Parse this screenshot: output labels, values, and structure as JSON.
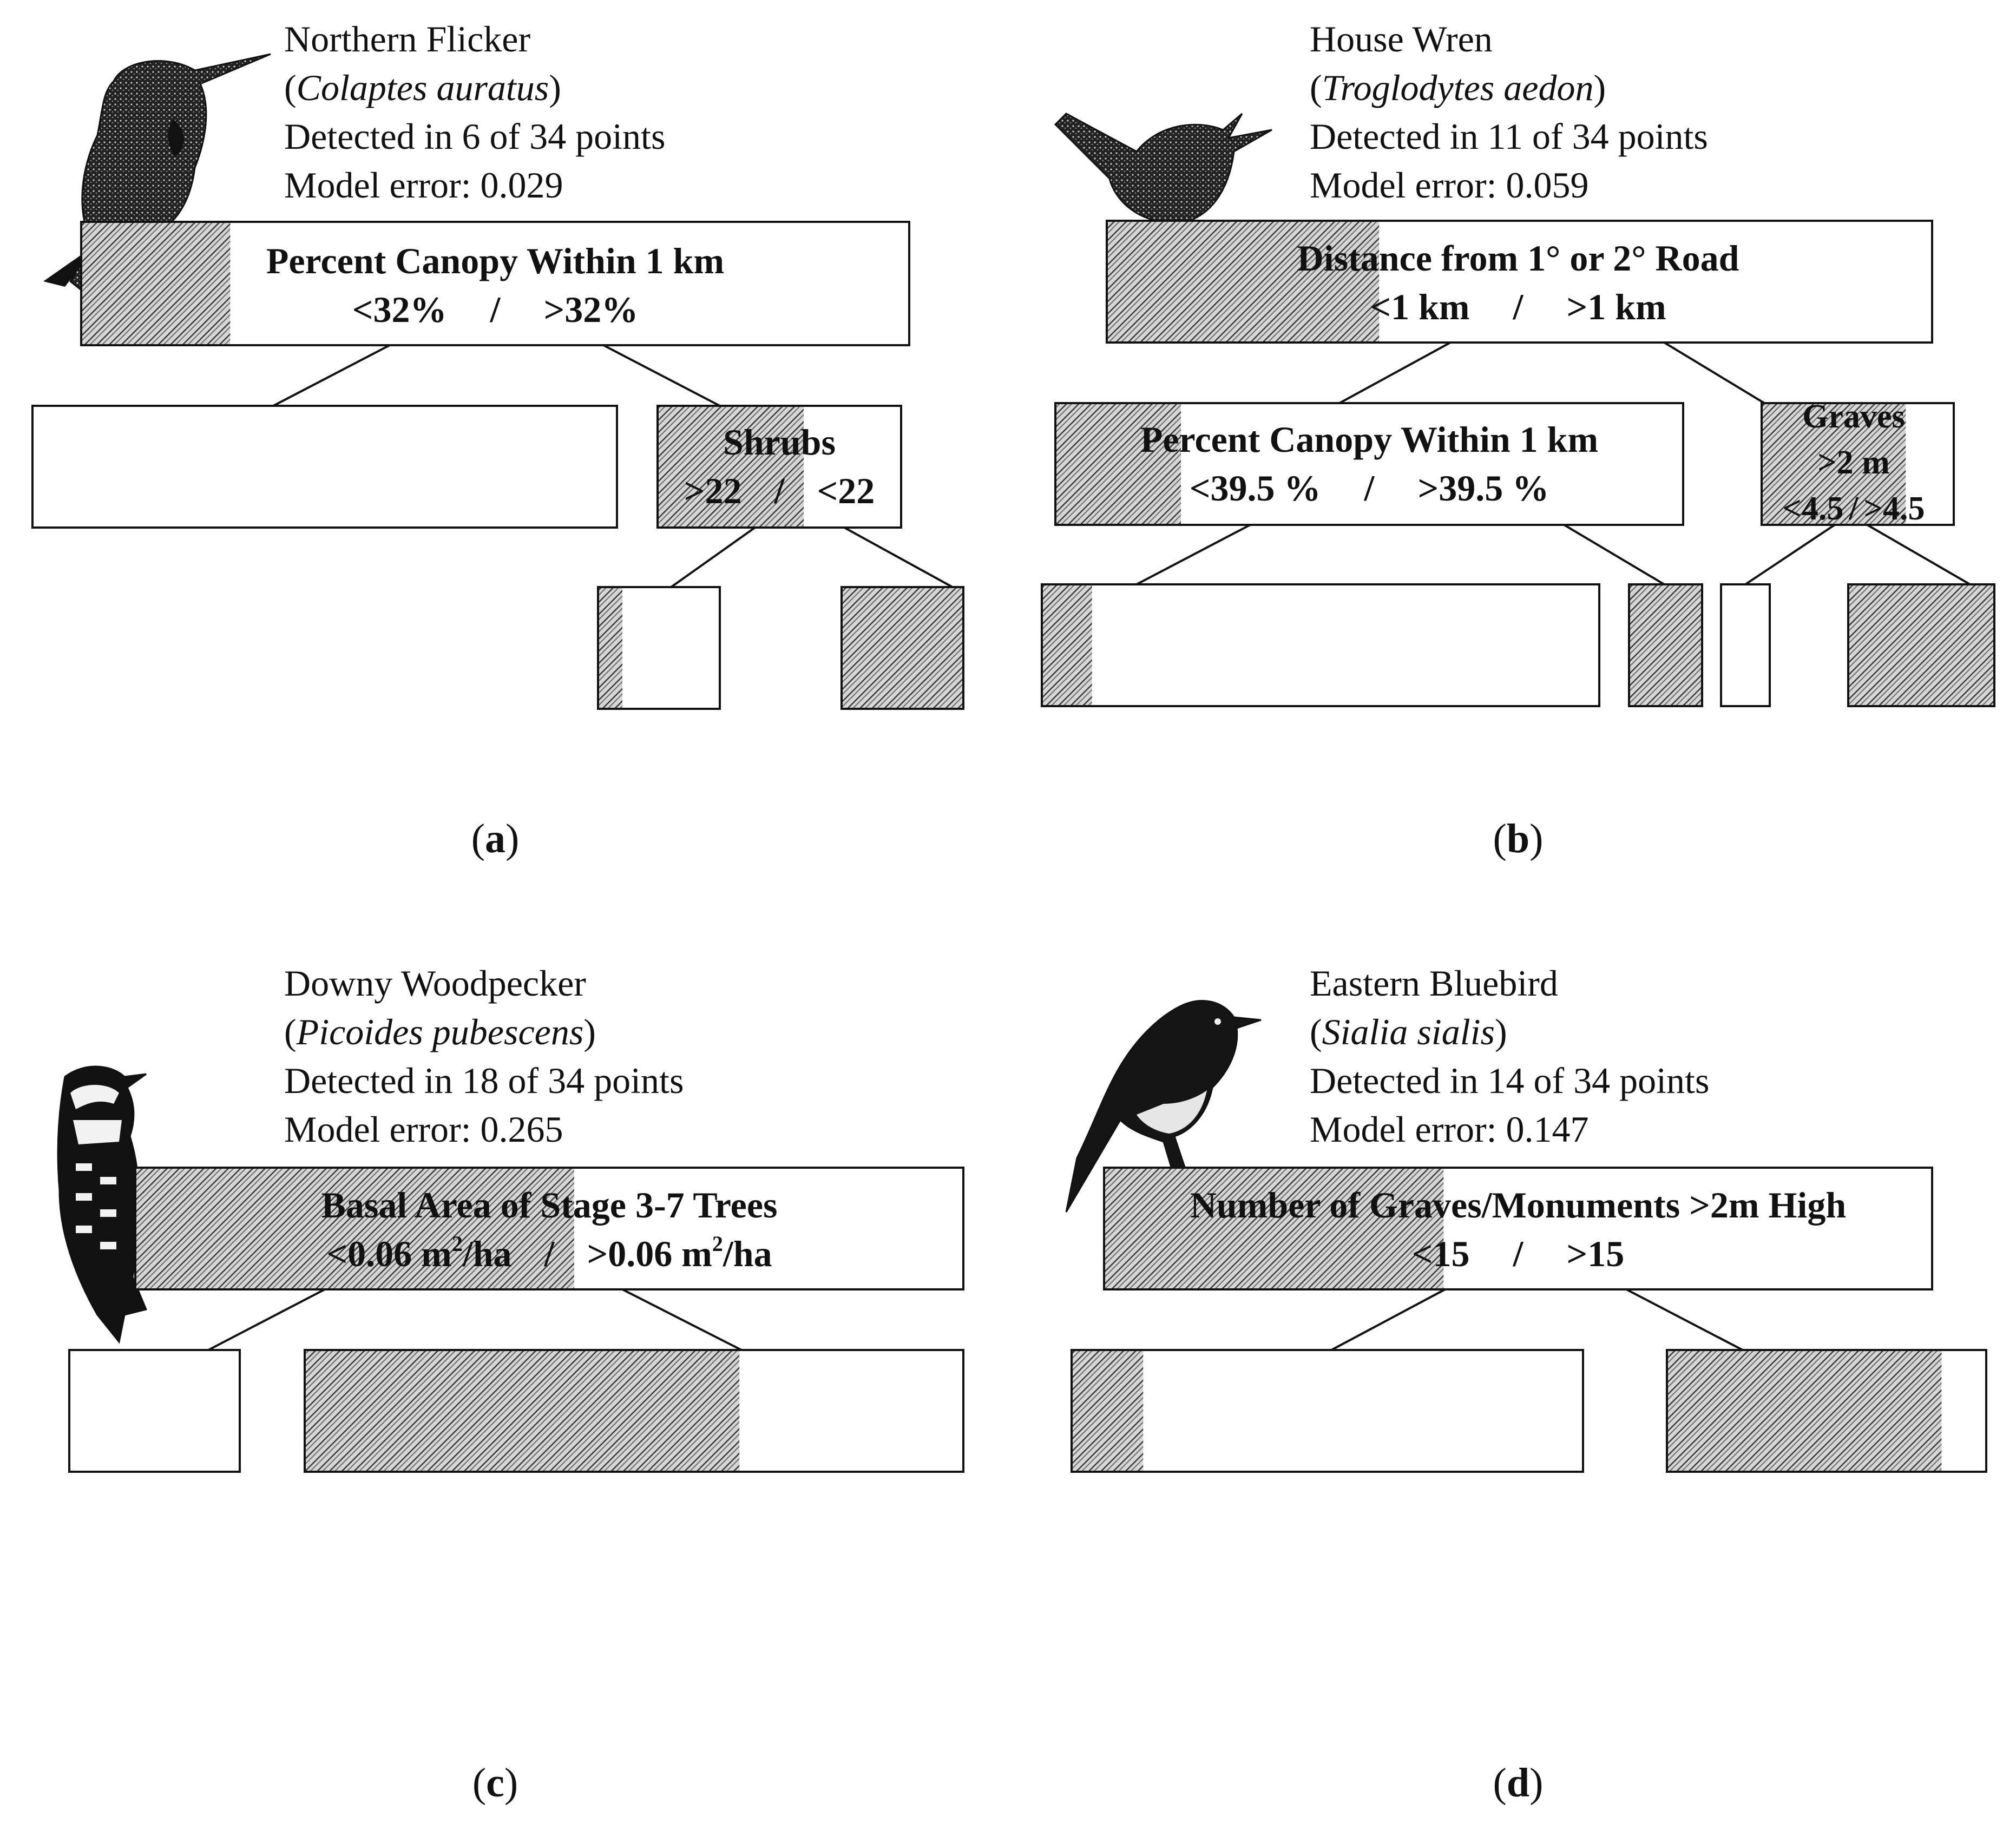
{
  "panels": {
    "a": {
      "label": "a",
      "species_common": "Northern Flicker",
      "species_sci": "Colaptes auratus",
      "detected": "Detected in 6 of 34 points",
      "error": "Model error: 0.029",
      "root_split": {
        "variable": "Percent Canopy Within 1 km",
        "left": "<32%",
        "sep": "/",
        "right": ">32%",
        "fill": 0.18
      },
      "node_r": {
        "variable": "Shrubs",
        "left": ">22",
        "sep": "/",
        "right": "<22",
        "fill": 0.6
      },
      "leaf_l": {
        "fill": 0.0
      },
      "leaf_rl": {
        "fill": 0.2
      },
      "leaf_rr": {
        "fill": 1.0
      }
    },
    "b": {
      "label": "b",
      "species_common": "House Wren",
      "species_sci": "Troglodytes aedon",
      "detected": "Detected in 11 of 34 points",
      "error": "Model error: 0.059",
      "root_split": {
        "variable": "Distance from 1° or 2° Road",
        "left": "<1 km",
        "sep": "/",
        "right": ">1 km",
        "fill": 0.33
      },
      "node_l": {
        "variable": "Percent Canopy Within 1 km",
        "left": "<39.5 %",
        "sep": "/",
        "right": ">39.5 %",
        "fill": 0.2
      },
      "node_r": {
        "variable": "Graves",
        "line2": ">2 m",
        "left": "<4.5",
        "sep": "/",
        "right": ">4.5",
        "fill": 0.75
      },
      "leaf_ll": {
        "fill": 0.09
      },
      "leaf_lr": {
        "fill": 1.0
      },
      "leaf_rl": {
        "fill": 0.0
      },
      "leaf_rr": {
        "fill": 1.0
      }
    },
    "c": {
      "label": "c",
      "species_common": "Downy Woodpecker",
      "species_sci": "Picoides pubescens",
      "detected": "Detected in 18 of 34 points",
      "error": "Model error: 0.265",
      "root_split": {
        "variable": "Basal Area of Stage 3-7 Trees",
        "left_a": "<0.06 m",
        "left_sup": "2",
        "left_b": "/ha",
        "sep": "/",
        "right_a": ">0.06 m",
        "right_sup": "2",
        "right_b": "/ha",
        "fill": 0.53
      },
      "leaf_l": {
        "fill": 0.0
      },
      "leaf_r": {
        "fill": 0.66
      }
    },
    "d": {
      "label": "d",
      "species_common": "Eastern Bluebird",
      "species_sci": "Sialia sialis",
      "detected": "Detected in 14 of 34 points",
      "error": "Model error: 0.147",
      "root_split": {
        "variable": "Number of Graves/Monuments >2m High",
        "left": "<15",
        "sep": "/",
        "right": ">15",
        "fill": 0.41
      },
      "leaf_l": {
        "fill": 0.14
      },
      "leaf_r": {
        "fill": 0.86
      }
    }
  },
  "colors": {
    "line": "#111111",
    "hatch_bg": "#d6d6d6",
    "hatch_line": "#3a3a3a"
  },
  "icons": [
    "woodpecker-icon",
    "wren-icon",
    "woodpecker-icon",
    "bluebird-icon"
  ]
}
